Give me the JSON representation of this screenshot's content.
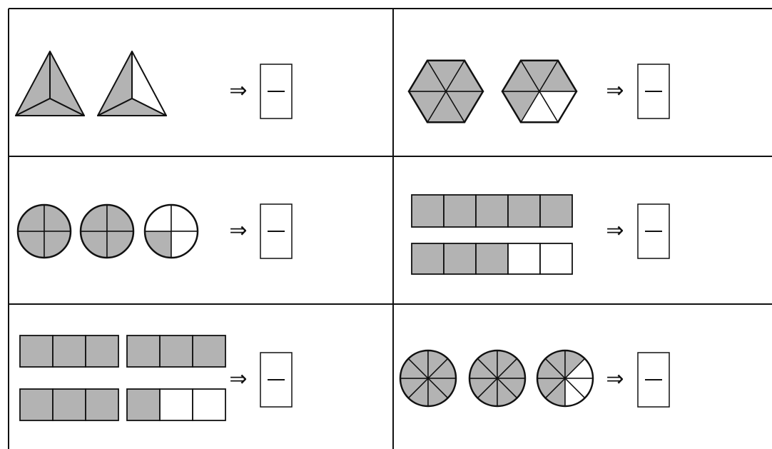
{
  "worksheet": {
    "shaded_color": "#b3b3b3",
    "unshaded_color": "#ffffff",
    "line_color": "#111111",
    "arrow_glyph": "⇒",
    "problems": [
      {
        "id": "triangles",
        "shape": "triangle",
        "parts_per_whole": 3,
        "wholes": 2,
        "shaded_parts": 5,
        "answer": {
          "numerator": "",
          "denominator": ""
        }
      },
      {
        "id": "hexagons",
        "shape": "hexagon",
        "parts_per_whole": 6,
        "wholes": 2,
        "shaded_parts": 10,
        "answer": {
          "numerator": "",
          "denominator": ""
        }
      },
      {
        "id": "circles-quarters",
        "shape": "circle",
        "parts_per_whole": 4,
        "wholes": 3,
        "shaded_parts": 9,
        "answer": {
          "numerator": "",
          "denominator": ""
        }
      },
      {
        "id": "bars-fifths",
        "shape": "bar",
        "parts_per_whole": 5,
        "wholes": 2,
        "shaded_parts": 8,
        "answer": {
          "numerator": "",
          "denominator": ""
        }
      },
      {
        "id": "bars-thirds",
        "shape": "bar",
        "parts_per_whole": 3,
        "wholes": 4,
        "shaded_parts": 10,
        "answer": {
          "numerator": "",
          "denominator": ""
        }
      },
      {
        "id": "circles-eighths",
        "shape": "circle",
        "parts_per_whole": 8,
        "wholes": 3,
        "shaded_parts": 21,
        "answer": {
          "numerator": "",
          "denominator": ""
        }
      }
    ]
  }
}
